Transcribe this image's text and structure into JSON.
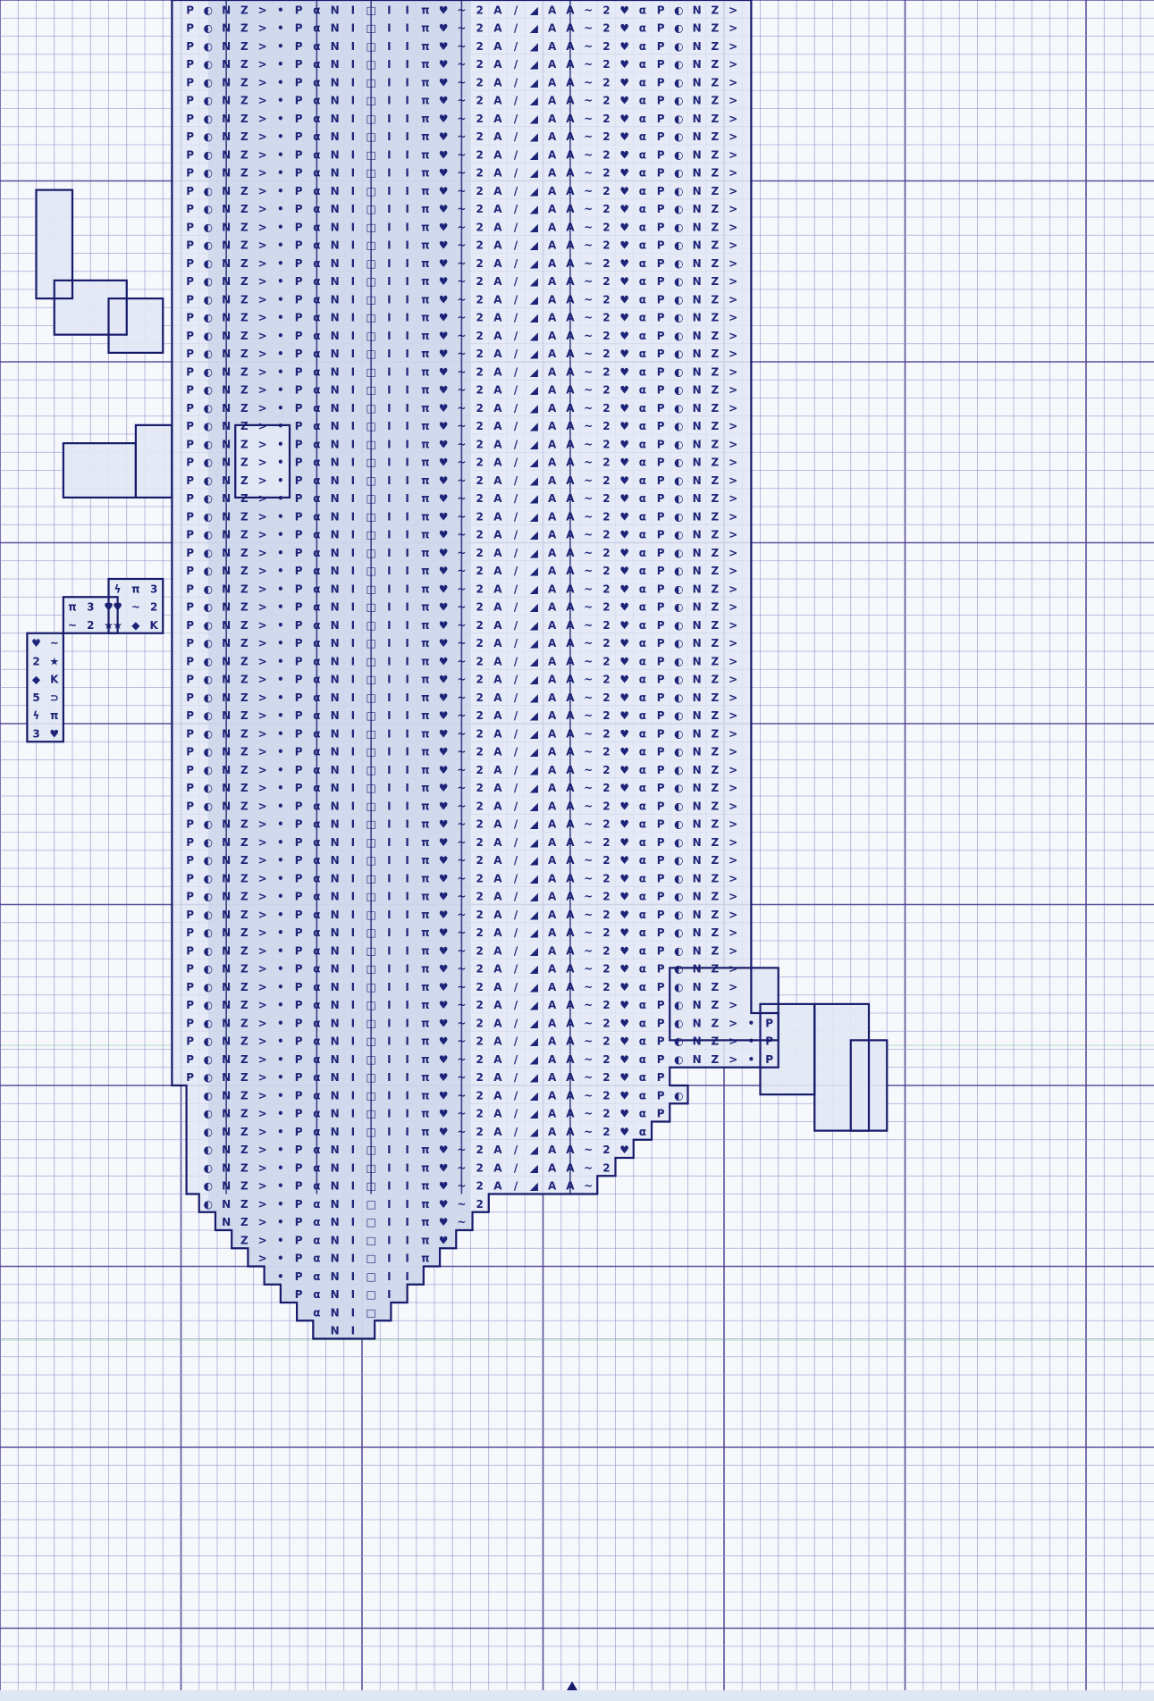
{
  "colors": {
    "paper": "#f6f8fc",
    "grid_minor": "#8a93c8",
    "grid_major": "#4b3f8f",
    "grid_accent": "#2e9a45",
    "ink": "#1d2377",
    "fill_shade": "#c9d3ea",
    "fill_light": "#e2e8f4",
    "outline": "#161a6b"
  },
  "chart_type": "cross-stitch pattern grid",
  "symbol_legend_columns": [
    "α",
    "P",
    "◐",
    "N",
    "Z",
    ">",
    "•",
    "P",
    "α",
    "N",
    "I",
    "□",
    "I",
    "I",
    "π",
    "♥",
    "~",
    "2",
    "A",
    "/",
    "◢",
    "A",
    "A",
    "~",
    "2",
    "♥"
  ],
  "loose_symbols": [
    "π",
    "3",
    "♥",
    "~",
    "2",
    "★",
    "◆",
    "K",
    "5",
    "⊃",
    "ϟ"
  ],
  "center_marker": "center-arrow"
}
